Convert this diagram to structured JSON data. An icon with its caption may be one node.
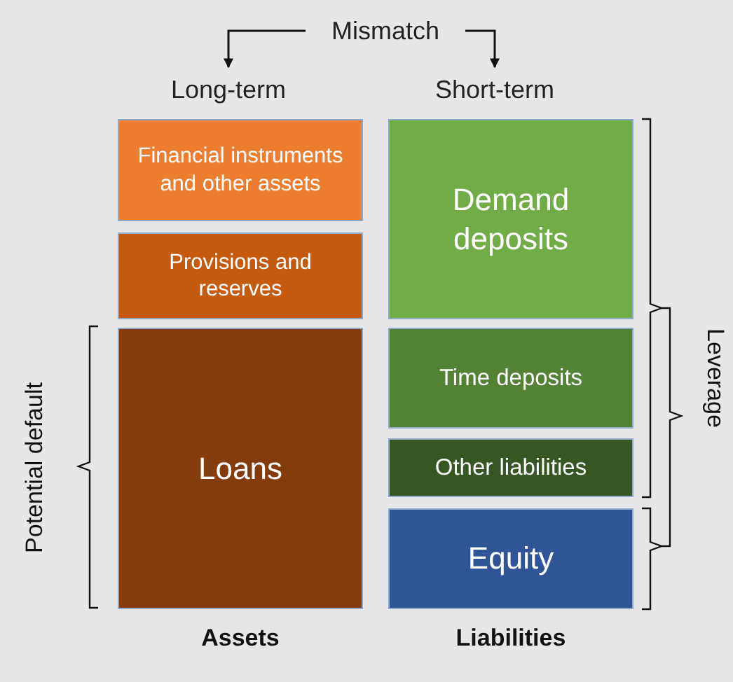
{
  "diagram": {
    "nodes": [
      {
        "text": [
          "Mismatch"
        ]
      },
      {
        "text": [
          "Long-term"
        ]
      },
      {
        "text": [
          "Short-term"
        ]
      },
      {
        "text": [
          "Financial instruments and other assets"
        ]
      },
      {
        "text": [
          "Provisions and reserves"
        ]
      },
      {
        "text": [
          "Loans"
        ]
      },
      {
        "text": [
          "Demand deposits"
        ]
      },
      {
        "text": [
          "Time deposits"
        ]
      },
      {
        "text": [
          "Other liabilities"
        ]
      },
      {
        "text": [
          "Equity"
        ]
      }
    ],
    "edges": [
      {
        "from": 0,
        "to": 1,
        "arrow": "to"
      },
      {
        "from": 0,
        "to": 2,
        "arrow": "to"
      }
    ],
    "labels": [
      "Assets",
      "Liabilities",
      "Potential default",
      "Leverage"
    ]
  }
}
